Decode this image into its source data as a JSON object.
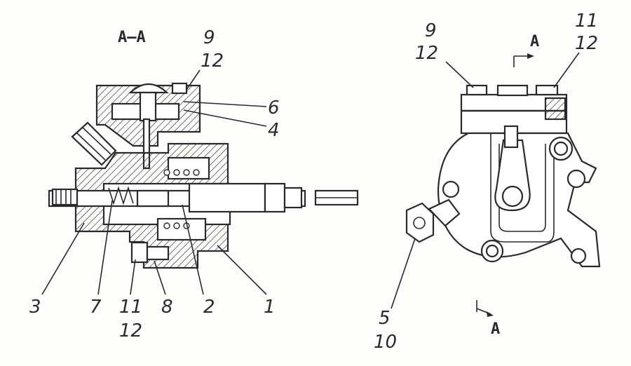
{
  "section_title": "A–A",
  "view_label": "A",
  "callouts": {
    "c1": "1",
    "c2": "2",
    "c3": "3",
    "c4": "4",
    "c6": "6",
    "c7": "7",
    "c8": "8",
    "c9_left": "9",
    "c12_left_top": "12",
    "c11_left": "11",
    "c12_left_bottom": "12",
    "c9_right": "9",
    "c12_right_a": "12",
    "c11_right": "11",
    "c12_right_b": "12",
    "c5": "5",
    "c10": "10"
  }
}
